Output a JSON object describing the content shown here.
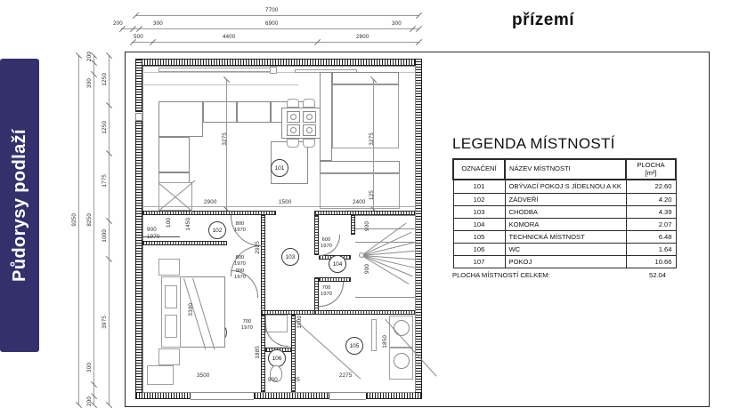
{
  "banner": {
    "label": "Půdorysy podlaží",
    "color": "#33306b"
  },
  "sheet": {
    "title": "přízemí"
  },
  "legend": {
    "title": "LEGENDA MÍSTNOSTÍ",
    "columns": {
      "code": "OZNAČENÍ",
      "name": "NÁZEV MÍSTNOSTI",
      "area": "PLOCHA",
      "area_unit": "[m²]"
    },
    "rows": [
      {
        "code": "101",
        "name": "OBÝVACÍ POKOJ S JÍDELNOU A KK",
        "area": "22.60"
      },
      {
        "code": "102",
        "name": "ZÁDVEŘÍ",
        "area": "4.20"
      },
      {
        "code": "103",
        "name": "CHODBA",
        "area": "4.39"
      },
      {
        "code": "104",
        "name": "KOMORA",
        "area": "2.07"
      },
      {
        "code": "105",
        "name": "TECHNICKÁ MÍSTNOST",
        "area": "6.48"
      },
      {
        "code": "106",
        "name": "WC",
        "area": "1.64"
      },
      {
        "code": "107",
        "name": "POKOJ",
        "area": "10.66"
      }
    ],
    "total_label": "PLOCHA MÍSTNOSTÍ CELKEM:",
    "total_value": "52.04"
  },
  "dimensions": {
    "top_chain_1": [
      "7700"
    ],
    "top_chain_2": [
      "200",
      "300",
      "6900",
      "300"
    ],
    "top_chain_3": [
      "500",
      "4400",
      "2800"
    ],
    "left_chain_1": [
      "9250"
    ],
    "left_chain_2": [
      "200",
      "300",
      "8250",
      "300",
      "200"
    ],
    "left_chain_3": [
      "1250",
      "1250",
      "1775",
      "1000",
      "3975"
    ],
    "interior": [
      "3275",
      "3275",
      "125",
      "2900",
      "1500",
      "2400",
      "1450",
      "2925",
      "900",
      "1970",
      "800",
      "1970",
      "800",
      "1970",
      "600",
      "1970",
      "700",
      "1970",
      "700",
      "1970",
      "900",
      "900",
      "1000",
      "1885",
      "3300",
      "3500",
      "2275",
      "1850",
      "125",
      "100",
      "125",
      "900"
    ]
  },
  "rooms": {
    "tags": [
      "101",
      "102",
      "103",
      "104",
      "105",
      "106",
      "107"
    ]
  },
  "doors": [
    {
      "width": "900",
      "height": "1970"
    },
    {
      "width": "800",
      "height": "1970"
    },
    {
      "width": "800",
      "height": "1970"
    },
    {
      "width": "600",
      "height": "1970"
    },
    {
      "width": "700",
      "height": "1970"
    },
    {
      "width": "700",
      "height": "1970"
    },
    {
      "width": "900",
      "height": "1970"
    }
  ]
}
